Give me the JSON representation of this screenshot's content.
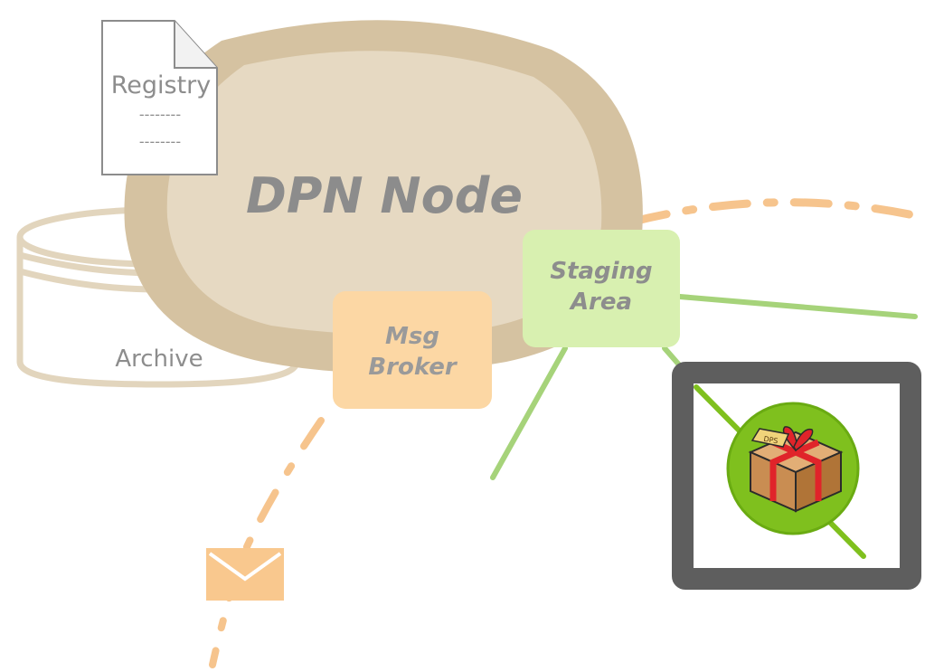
{
  "diagram": {
    "node_label": "DPN Node",
    "registry": {
      "title": "Registry",
      "line1": "--------",
      "line2": "--------"
    },
    "archive_label": "Archive",
    "msg_broker": {
      "line1": "Msg",
      "line2": "Broker"
    },
    "staging_area": {
      "line1": "Staging",
      "line2": "Area"
    },
    "package_tag": "DPS"
  },
  "colors": {
    "node_outer": "#d5c2a1",
    "node_inner": "#e6d9c2",
    "node_text": "#8c8c8c",
    "msg_broker_fill": "#fcd7a4",
    "msg_broker_text": "#9a9a9a",
    "staging_fill": "#d8f0b0",
    "staging_text": "#8d8d8d",
    "green_line": "#a6d37a",
    "orange_dashes": "#f6c48d",
    "highlight_frame": "#5e5e5e",
    "package_circle": "#7fc01e"
  },
  "icons": {
    "document": "document-icon",
    "database": "database-icon",
    "envelope": "envelope-icon",
    "package": "package-icon"
  }
}
